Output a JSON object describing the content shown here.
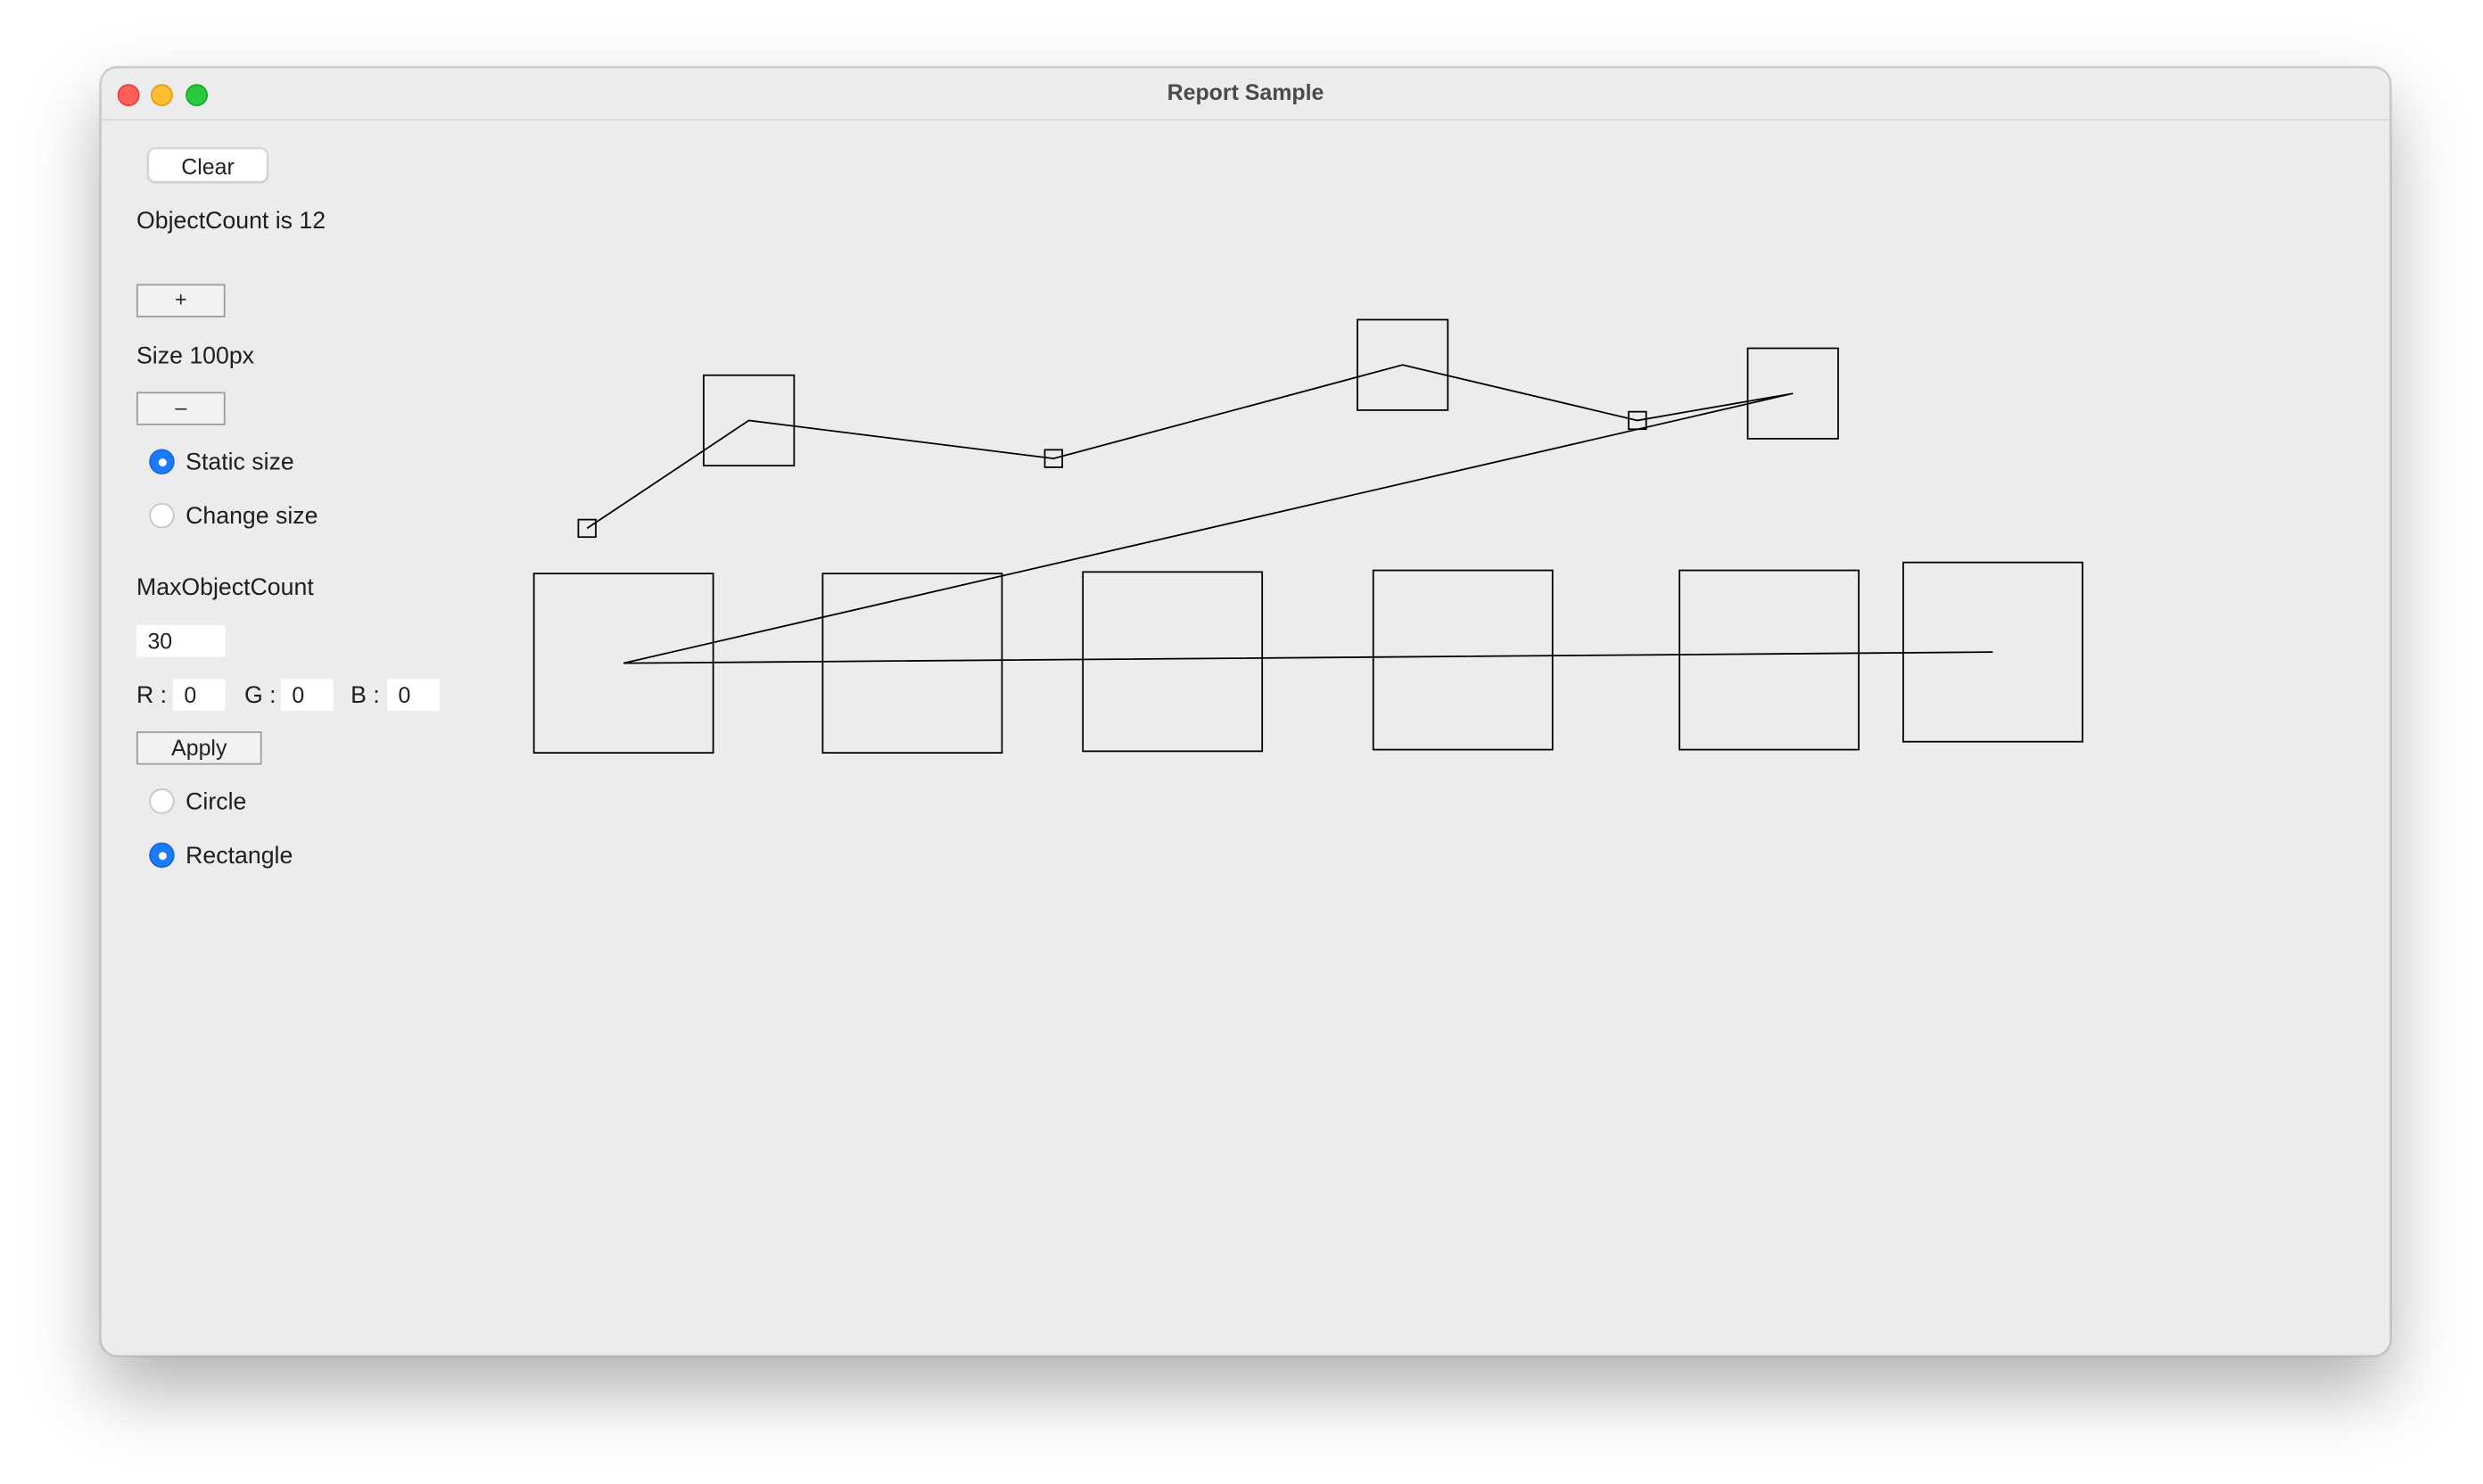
{
  "window": {
    "title": "Report Sample"
  },
  "controls": {
    "clear_label": "Clear",
    "object_count_label": "ObjectCount is 12",
    "plus_label": "+",
    "size_label": "Size 100px",
    "minus_label": "–",
    "size_mode": {
      "static_label": "Static size",
      "change_label": "Change size",
      "selected": "Static size"
    },
    "max_object_count_label": "MaxObjectCount",
    "max_object_count_value": "30",
    "color": {
      "r_label": "R :",
      "r_value": "0",
      "g_label": "G :",
      "g_value": "0",
      "b_label": "B :",
      "b_value": "0"
    },
    "apply_label": "Apply",
    "shape": {
      "circle_label": "Circle",
      "rectangle_label": "Rectangle",
      "selected": "Rectangle"
    }
  },
  "colors": {
    "accent": "#1a7bff",
    "window_bg": "#ececec",
    "stroke": "#000000"
  }
}
